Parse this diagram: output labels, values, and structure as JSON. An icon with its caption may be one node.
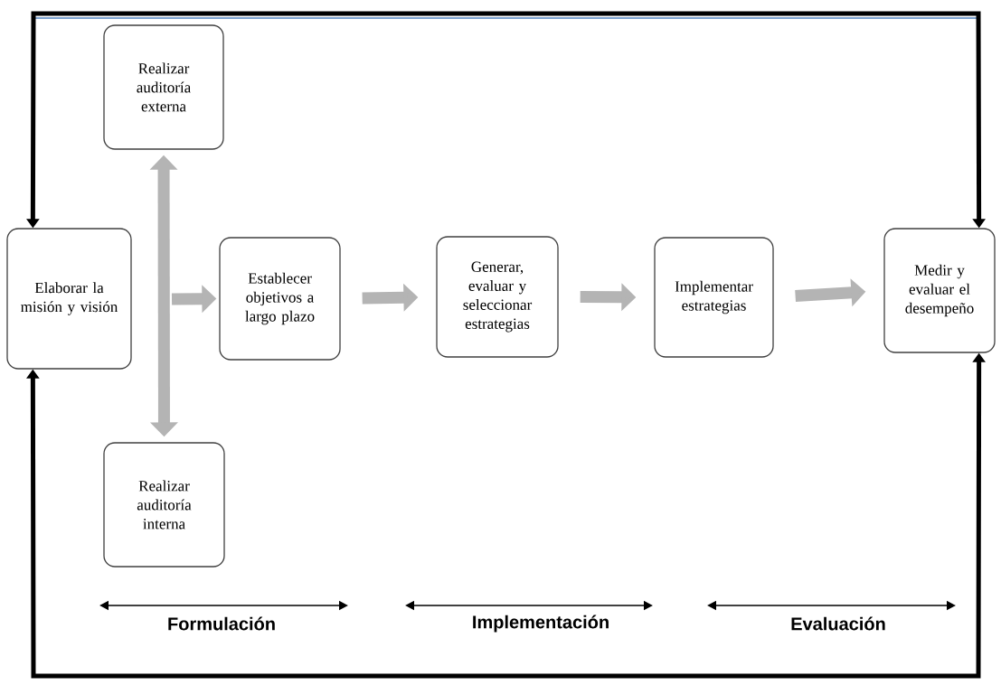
{
  "diagram": {
    "nodes": [
      {
        "text": [
          "Elaborar la misión y visión"
        ]
      },
      {
        "text": [
          "Realizar auditoría externa"
        ]
      },
      {
        "text": [
          "Establecer objetivos a largo plazo"
        ]
      },
      {
        "text": [
          "Generar, evaluar y seleccionar estrategias"
        ]
      },
      {
        "text": [
          "Implementar estrategias"
        ]
      },
      {
        "text": [
          "Medir y evaluar el desempeño"
        ]
      },
      {
        "text": [
          "Realizar auditoría interna"
        ]
      }
    ],
    "edges": [
      {
        "from": 0,
        "to": 5,
        "arrow": "both",
        "color": "#000000"
      },
      {
        "from": 0,
        "to": 5,
        "arrow": "both",
        "color": "#000000"
      },
      {
        "from": 1,
        "to": 6,
        "arrow": "both"
      },
      {
        "from": null,
        "to": 2,
        "arrow": "to"
      },
      {
        "from": 2,
        "to": 3,
        "arrow": "to"
      },
      {
        "from": 3,
        "to": 4,
        "arrow": "to"
      },
      {
        "from": 4,
        "to": 5,
        "arrow": "to"
      }
    ],
    "labels": [
      "Formulación",
      "Implementación",
      "Evaluación"
    ]
  }
}
